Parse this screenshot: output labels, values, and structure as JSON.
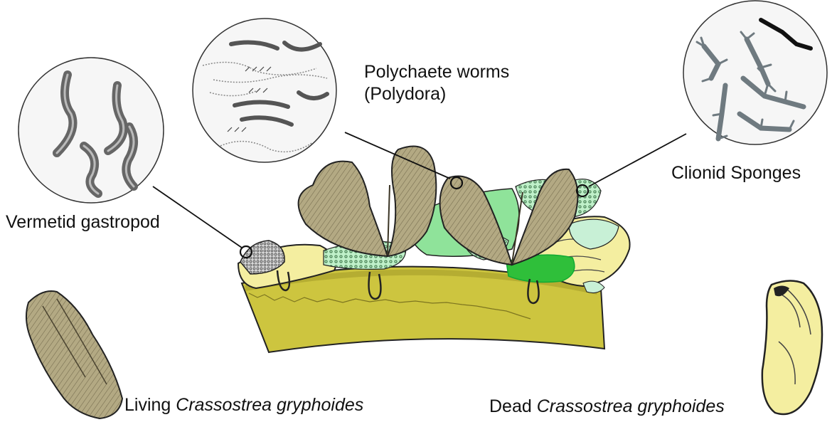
{
  "labels": {
    "polychaete_line1": "Polychaete worms",
    "polychaete_line2": "(Polydora)",
    "clionid": "Clionid Sponges",
    "vermetid": "Vermetid gastropod",
    "living_prefix": "Living ",
    "living_species": "Crassostrea gryphoides",
    "dead_prefix": "Dead ",
    "dead_species": "Crassostrea gryphoides"
  },
  "colors": {
    "oyster_shell": "#b3a983",
    "oyster_shell_dark": "#8a7f5c",
    "dead_shell": "#f4eea0",
    "substrate": "#cdc53f",
    "substrate_dark": "#a59d2a",
    "sponge_green": "#8fe39a",
    "sponge_light": "#c8f0d6",
    "bright_green": "#2fbf3a",
    "outline": "#222222",
    "inset_fill": "#f6f6f6"
  }
}
